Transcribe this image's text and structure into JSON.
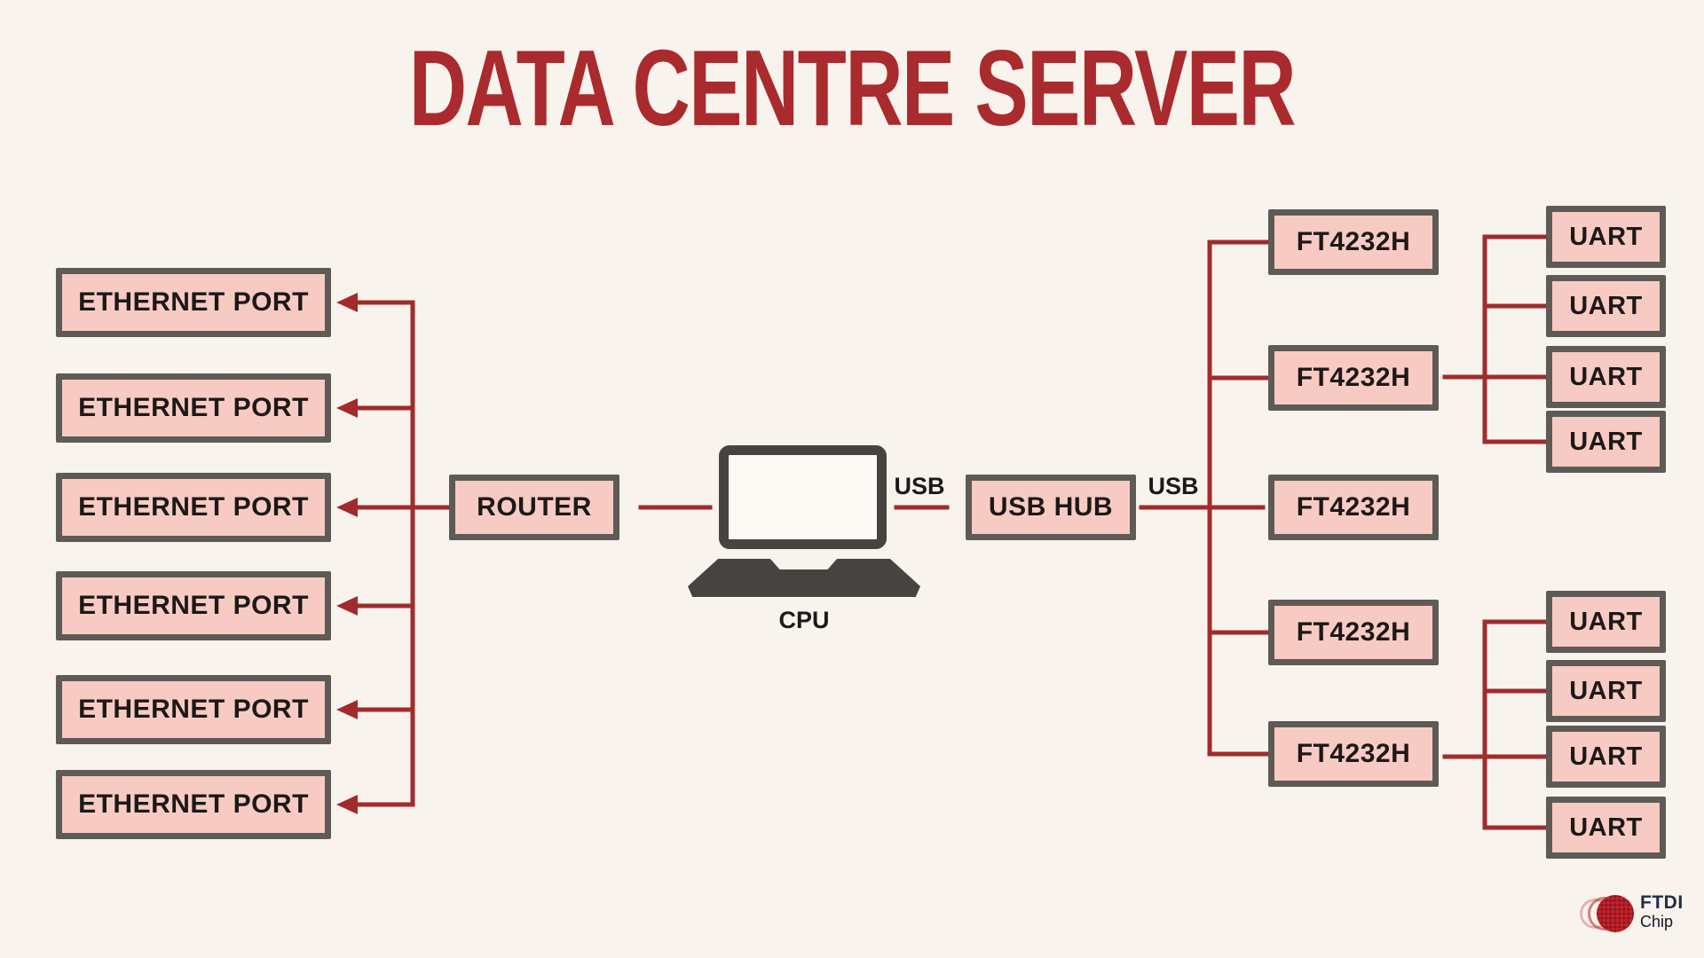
{
  "title": "DATA CENTRE SERVER",
  "diagram": {
    "ethernet_ports": [
      {
        "label": "ETHERNET PORT"
      },
      {
        "label": "ETHERNET PORT"
      },
      {
        "label": "ETHERNET PORT"
      },
      {
        "label": "ETHERNET PORT"
      },
      {
        "label": "ETHERNET PORT"
      },
      {
        "label": "ETHERNET PORT"
      }
    ],
    "router": {
      "label": "ROUTER"
    },
    "cpu": {
      "label": "CPU"
    },
    "usb_hub": {
      "label": "USB HUB"
    },
    "link_labels": {
      "cpu_to_hub": "USB",
      "hub_to_serial_chips": "USB"
    },
    "serial_chips": [
      {
        "label": "FT4232H"
      },
      {
        "label": "FT4232H"
      },
      {
        "label": "FT4232H"
      },
      {
        "label": "FT4232H"
      },
      {
        "label": "FT4232H"
      }
    ],
    "uart_top_group": [
      {
        "label": "UART"
      },
      {
        "label": "UART"
      },
      {
        "label": "UART"
      },
      {
        "label": "UART"
      }
    ],
    "uart_bottom_group": [
      {
        "label": "UART"
      },
      {
        "label": "UART"
      },
      {
        "label": "UART"
      },
      {
        "label": "UART"
      }
    ]
  },
  "logo": {
    "brand": "FTDI",
    "sub": "Chip"
  },
  "colors": {
    "background": "#F8F3EC",
    "box_fill": "#F7CBC3",
    "box_border": "#5E5A55",
    "connector_red": "#A12B2B",
    "title_red": "#A92B2E",
    "text_black": "#1C1917",
    "laptop_gray": "#474340",
    "logo_red": "#C2242B",
    "logo_navy": "#232B49"
  }
}
